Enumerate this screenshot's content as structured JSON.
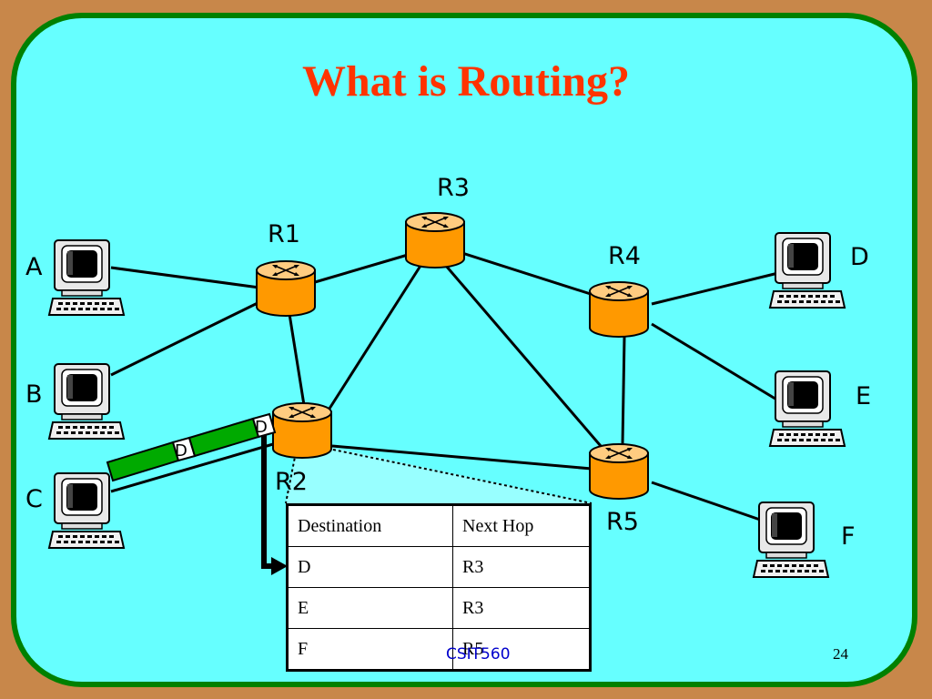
{
  "title": "What is Routing?",
  "colors": {
    "frame": "#c8874a",
    "slide_bg": "#66ffff",
    "slide_border": "#008000",
    "title": "#ff3300",
    "router": "#ff9900",
    "packet": "#00aa00",
    "footer": "#0000cc"
  },
  "routers": [
    "R1",
    "R2",
    "R3",
    "R4",
    "R5"
  ],
  "hosts": [
    "A",
    "B",
    "C",
    "D",
    "E",
    "F"
  ],
  "packets": [
    "D",
    "D"
  ],
  "routing_table": {
    "router": "R2",
    "headers": [
      "Destination",
      "Next Hop"
    ],
    "rows": [
      [
        "D",
        "R3"
      ],
      [
        "E",
        "R3"
      ],
      [
        "F",
        "R5"
      ]
    ]
  },
  "footer": "CSIT560",
  "page_number": "24"
}
